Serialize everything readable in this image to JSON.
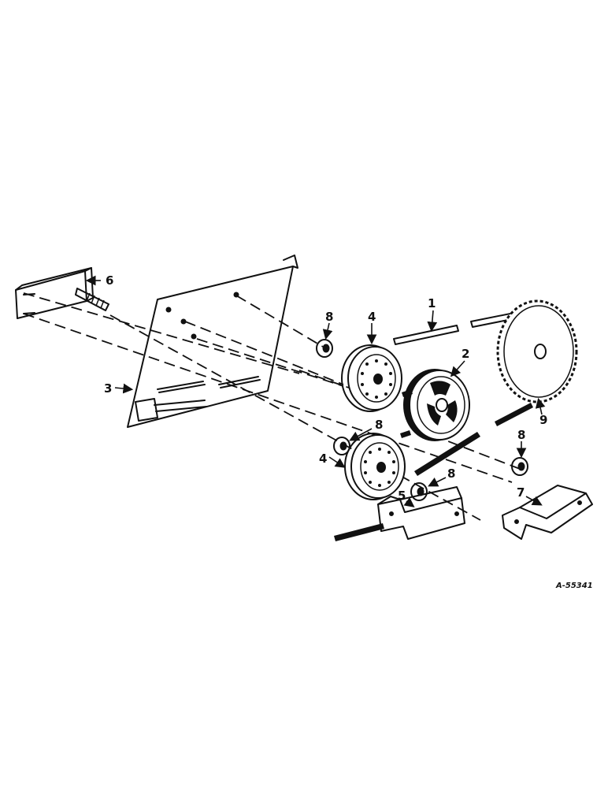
{
  "callouts": {
    "c1": "1",
    "c2": "2",
    "c3": "3",
    "c4a": "4",
    "c4b": "4",
    "c5": "5",
    "c6": "6",
    "c7": "7",
    "c8a": "8",
    "c8b": "8",
    "c8c": "8",
    "c8d": "8",
    "c9": "9"
  },
  "reference_number": "A-55341"
}
